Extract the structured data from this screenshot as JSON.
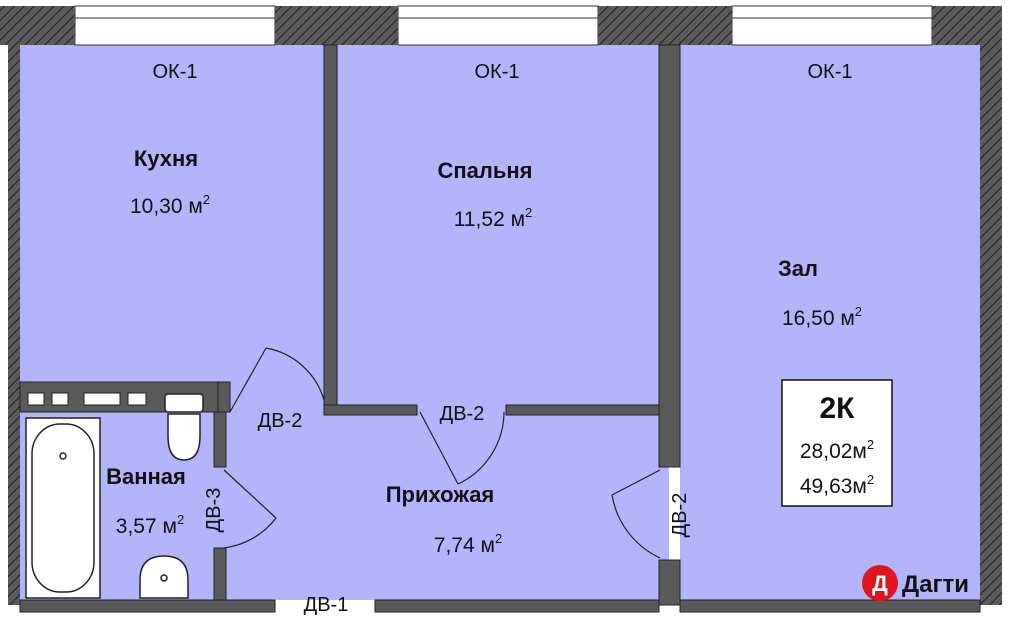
{
  "colors": {
    "room": "#b4b4fa",
    "wall": "#555555",
    "hatch": "#222222",
    "brand": "#e0141e"
  },
  "windows": [
    "ОК-1",
    "ОК-1",
    "ОК-1"
  ],
  "rooms": {
    "kitchen": {
      "name": "Кухня",
      "area": "10,30 м",
      "sup": "2"
    },
    "bedroom": {
      "name": "Спальня",
      "area": "11,52 м",
      "sup": "2"
    },
    "hall": {
      "name": "Зал",
      "area": "16,50 м",
      "sup": "2"
    },
    "bathroom": {
      "name": "Ванная",
      "area": "3,57 м",
      "sup": "2"
    },
    "corridor": {
      "name": "Прихожая",
      "area": "7,74 м",
      "sup": "2"
    }
  },
  "doors": {
    "d2a": "ДВ-2",
    "d2b": "ДВ-2",
    "d2c": "ДВ-2",
    "d3": "ДВ-3",
    "d1": "ДВ-1"
  },
  "summary": {
    "type": "2К",
    "living": "28,02м",
    "living_sup": "2",
    "total": "49,63м",
    "total_sup": "2"
  },
  "brand": {
    "letter": "Д",
    "name": "Дагти"
  }
}
